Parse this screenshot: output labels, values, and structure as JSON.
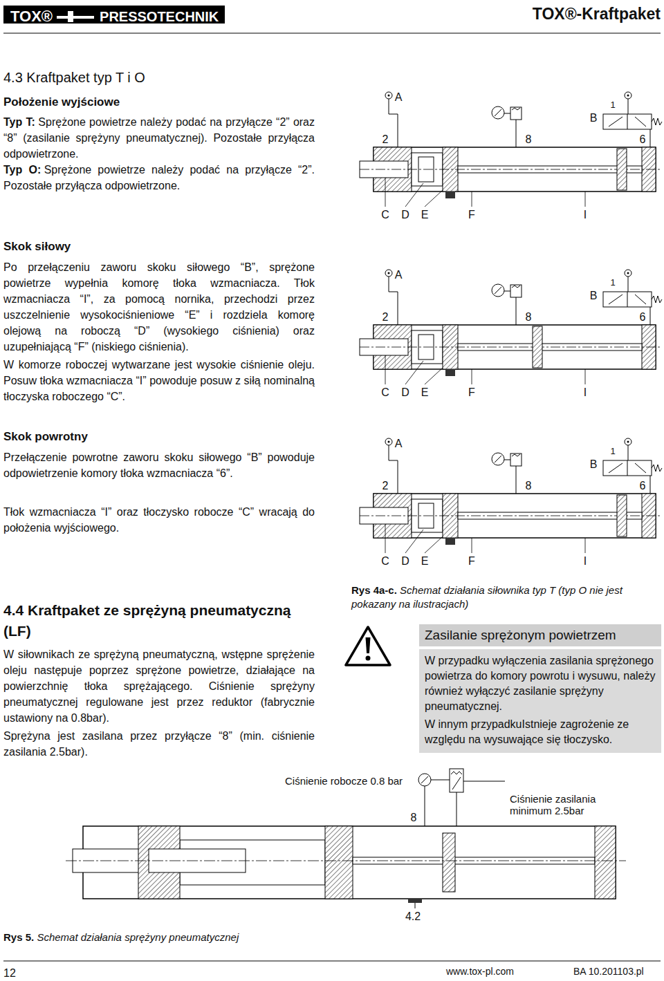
{
  "diagram": {
    "nodes": [
      {
        "text": [
          "TOX®",
          "PRESSOTECHNIK"
        ]
      },
      {
        "text": [
          "Zasilanie sprężonym powietrzem",
          "W przypadku wyłączenia zasilania sprężonego powietrza do komory powrotu i wysuwu, należy również wyłączyć zasilanie sprężyny pneumatycznej.",
          "W innym przypadkuIstnieje zagrożenie ze względu na wysuwające się tłoczysko."
        ]
      }
    ],
    "labels": [
      "TOX®-Kraftpaket",
      "4.3 Kraftpaket typ T i O",
      "Położenie wyjściowe",
      "Typ T:",
      "Sprężone powietrze należy podać na przyłącze “2” oraz “8” (zasilanie sprężyny pneumatycznej). Pozostałe przyłącza odpowietrzone.",
      "Typ O:",
      "Sprężone powietrze należy podać na przyłącze “2”. Pozostałe przyłącza odpowietrzone.",
      "A",
      "2",
      "8",
      "B",
      "1",
      "6",
      "C",
      "D",
      "E",
      "F",
      "I",
      "Skok siłowy",
      "Po przełączeniu zaworu skoku siłowego “B”, sprężone powietrze wypełnia komorę tłoka wzmacniacza. Tłok wzmacniacza “I”, za pomocą nornika, przechodzi przez uszczelnienie wysokociśnieniowe “E” i rozdziela komorę olejową na roboczą “D” (wysokiego ciśnienia) oraz uzupełniającą “F” (niskiego ciśnienia).",
      "W komorze roboczej wytwarzane jest wysokie ciśnienie oleju. Posuw tłoka wzmacniacza “I” powoduje posuw z siłą nominalną tłoczyska roboczego “C”.",
      "A",
      "2",
      "8",
      "B",
      "1",
      "6",
      "C",
      "D",
      "E",
      "F",
      "I",
      "Skok powrotny",
      "Przełączenie powrotne zaworu skoku siłowego “B” powoduje odpowietrzenie komory tłoka wzmacniacza “6”.",
      "Tłok wzmacniacza “I” oraz tłoczysko robocze “C” wracają do położenia wyjściowego.",
      "A",
      "2",
      "8",
      "B",
      "1",
      "6",
      "C",
      "D",
      "E",
      "F",
      "I",
      "Rys 4a-c.",
      "Schemat działania siłownika typ T (typ O nie jest pokazany na ilustracjach)",
      "4.4 Kraftpaket ze sprężyną pneumatyczną (LF)",
      "W siłownikach ze sprężyną pneumatyczną, wstępne sprężenie oleju następuje poprzez sprężone powietrze, działające na powierzchnię tłoka sprężającego. Ciśnienie sprężyny pneumatycznej regulowane jest przez reduktor (fabrycznie ustawiony na 0.8bar).",
      "Sprężyna jest zasilana przez przyłącze “8” (min. ciśnienie zasilania 2.5bar).",
      "Ciśnienie robocze 0.8 bar",
      "8",
      "Ciśnienie zasilania minimum 2.5bar",
      "4.2",
      "Rys 5.",
      "Schemat działania sprężyny pneumatycznej",
      "12",
      "www.tox-pl.com",
      "BA 10.201103.pl"
    ]
  }
}
